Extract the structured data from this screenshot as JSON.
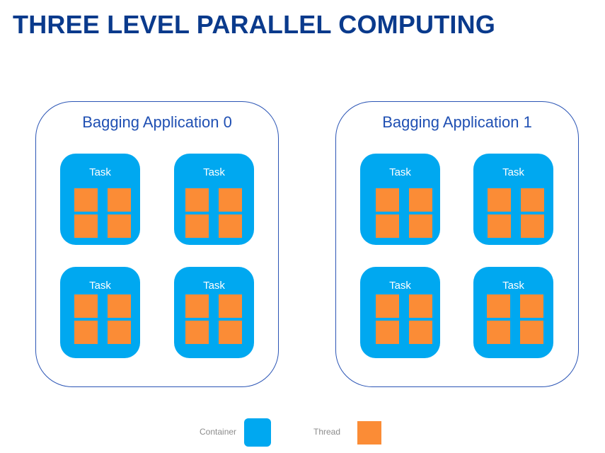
{
  "title": "THREE LEVEL PARALLEL COMPUTING",
  "applications": [
    {
      "label": "Bagging Application 0",
      "tasks": [
        "Task",
        "Task",
        "Task",
        "Task"
      ]
    },
    {
      "label": "Bagging Application 1",
      "tasks": [
        "Task",
        "Task",
        "Task",
        "Task"
      ]
    }
  ],
  "legend": {
    "container_label": "Container",
    "thread_label": "Thread"
  },
  "colors": {
    "title": "#0a3a8c",
    "application_border": "#2b55b5",
    "container": "#00a8f0",
    "thread": "#fb8c36"
  }
}
